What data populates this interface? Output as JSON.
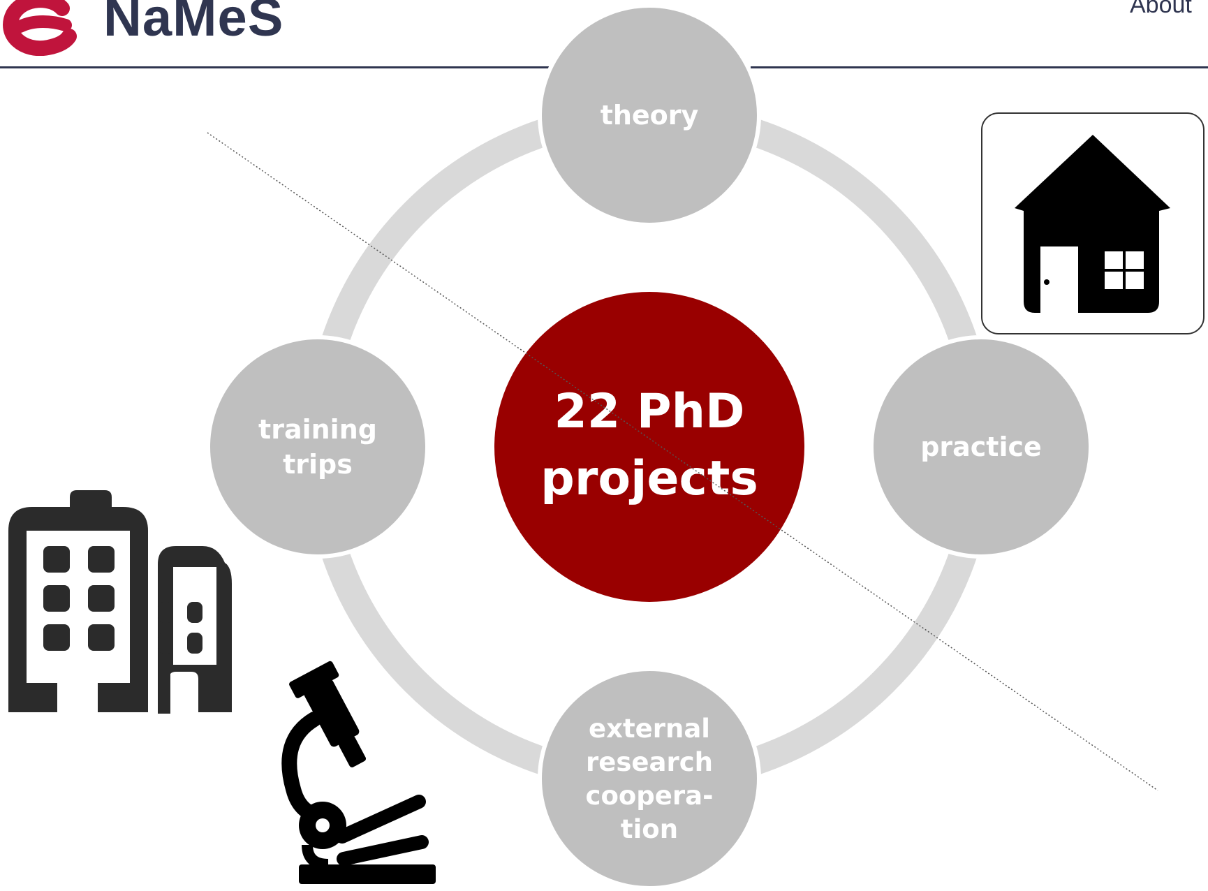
{
  "header": {
    "brand": "NaMeS",
    "nav_about": "About"
  },
  "diagram": {
    "center": {
      "line1": "22 PhD",
      "line2": "projects"
    },
    "nodes": {
      "top": {
        "lines": [
          "theory"
        ]
      },
      "right": {
        "lines": [
          "practice"
        ]
      },
      "bottom": {
        "lines": [
          "external",
          "research",
          "coopera-",
          "tion"
        ]
      },
      "left": {
        "lines": [
          "training",
          "trips"
        ]
      }
    }
  },
  "icons": [
    "logo-icon",
    "house-icon",
    "buildings-icon",
    "microscope-icon"
  ],
  "colors": {
    "center_fill": "#990000",
    "node_fill": "#bfbfbf",
    "ring": "#d9d9d9",
    "brand_text": "#2f3550",
    "logo": "#c0143c",
    "icon": "#000000",
    "buildings": "#2b2b2b"
  }
}
